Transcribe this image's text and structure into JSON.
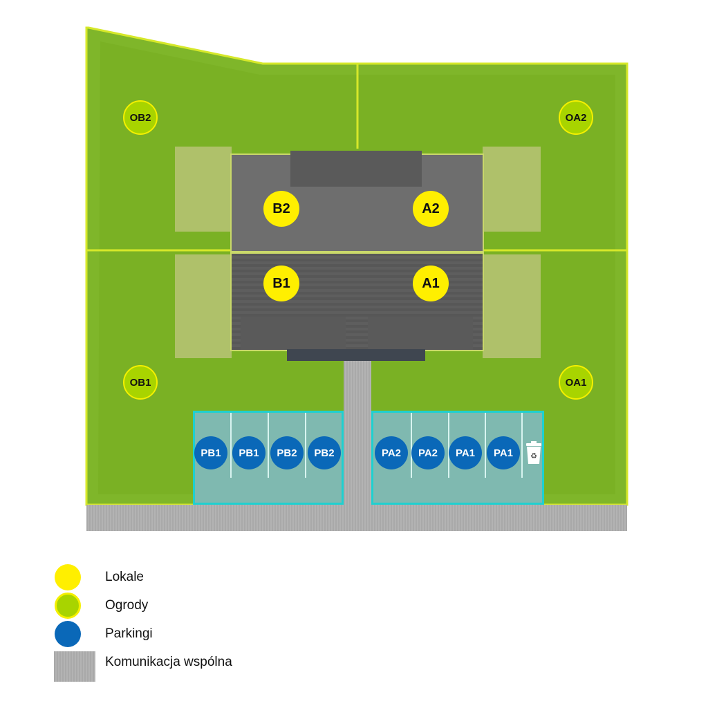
{
  "site": {
    "units": [
      {
        "id": "b2",
        "label": "B2"
      },
      {
        "id": "a2",
        "label": "A2"
      },
      {
        "id": "b1",
        "label": "B1"
      },
      {
        "id": "a1",
        "label": "A1"
      }
    ],
    "gardens": [
      {
        "id": "ob2",
        "label": "OB2"
      },
      {
        "id": "oa2",
        "label": "OA2"
      },
      {
        "id": "ob1",
        "label": "OB1"
      },
      {
        "id": "oa1",
        "label": "OA1"
      }
    ],
    "parking": [
      "PB1",
      "PB1",
      "PB2",
      "PB2",
      "PA2",
      "PA2",
      "PA1",
      "PA1"
    ],
    "bin_icon": "recycling-bin-icon"
  },
  "legend": {
    "items": [
      {
        "label": "Lokale",
        "color": "#ffef00"
      },
      {
        "label": "Ogrody",
        "color": "#a8d400"
      },
      {
        "label": "Parkingi",
        "color": "#0a68b8"
      },
      {
        "label": "Komunikacja wspólna",
        "color": "#ababab"
      }
    ]
  }
}
